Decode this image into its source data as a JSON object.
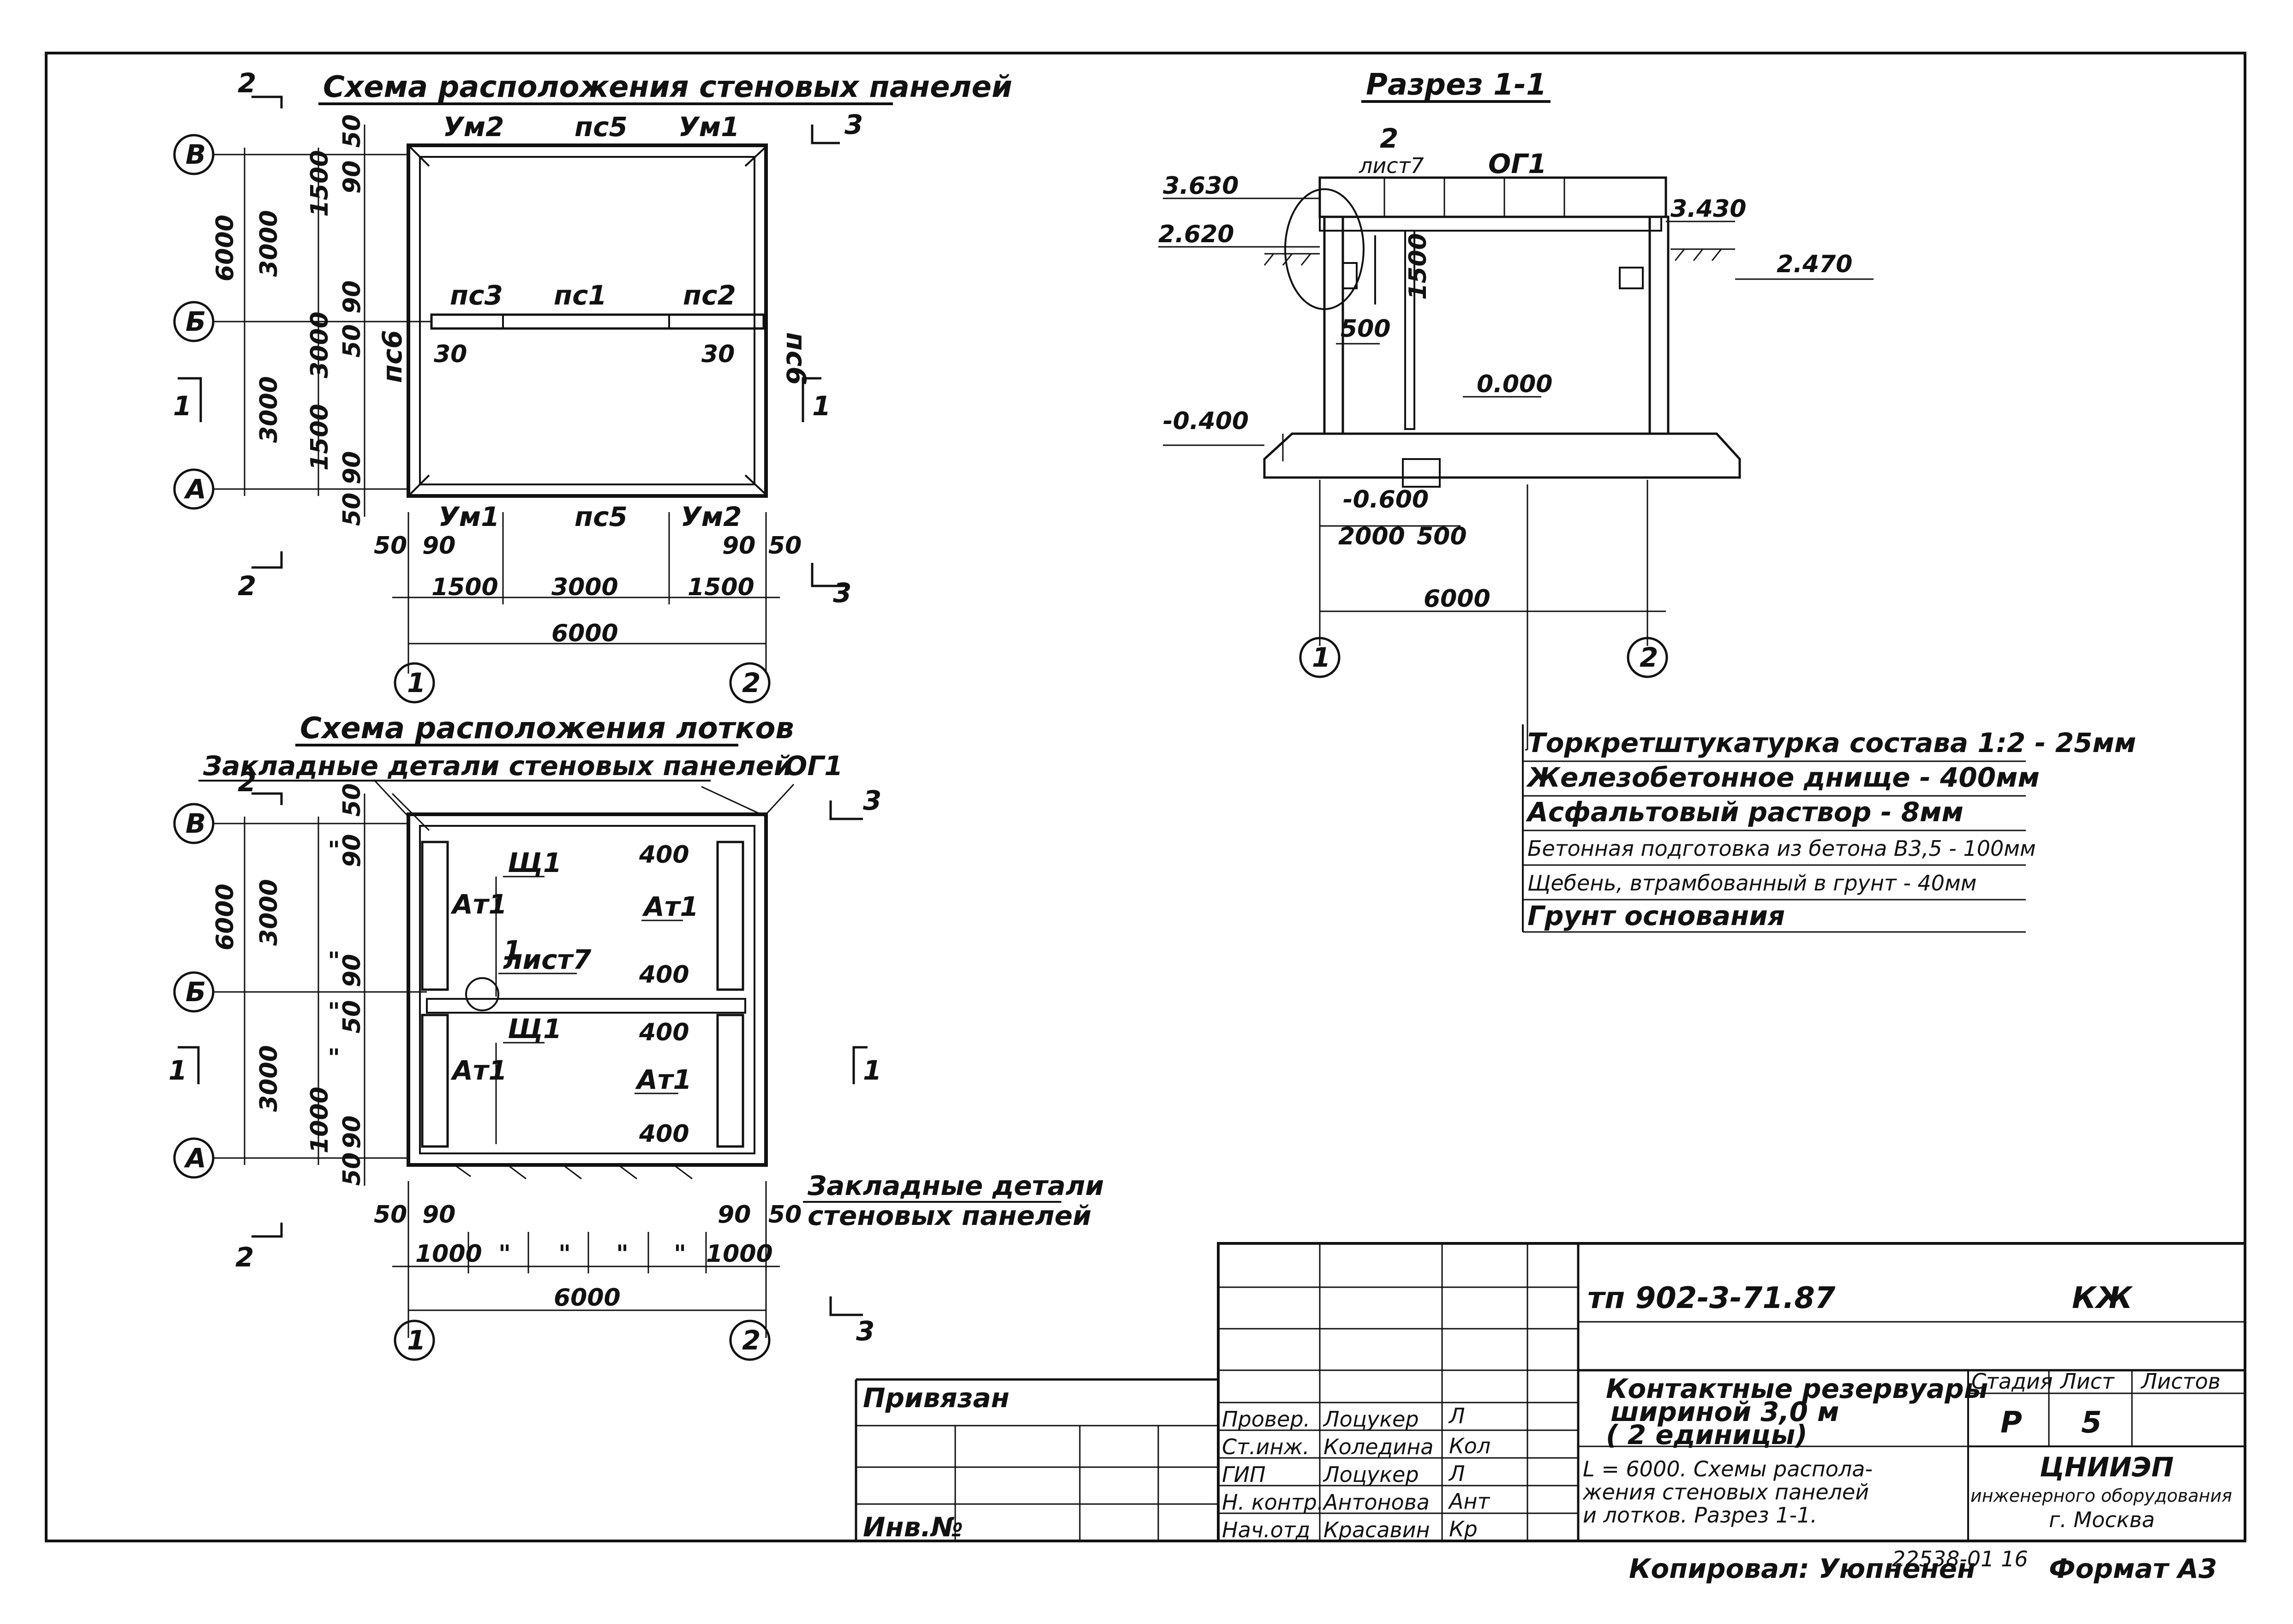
{
  "plan_walls": {
    "title": "Схема расположения стеновых панелей",
    "panels_top": [
      "Ум2",
      "пс5",
      "Ум1"
    ],
    "panels_mid": [
      "пс3",
      "пс1",
      "пс2"
    ],
    "panels_bottom": [
      "Ум1",
      "пс5",
      "Ум2"
    ],
    "side_left": "пс6",
    "side_right": "пс6",
    "axes_rows": [
      "В",
      "Б",
      "А"
    ],
    "axes_cols": [
      "1",
      "2"
    ],
    "dims_h": [
      "50",
      "90",
      "1500",
      "3000",
      "1500",
      "90",
      "50",
      "6000"
    ],
    "dims_v": [
      "50",
      "90",
      "1500",
      "3000",
      "6000",
      "90",
      "50",
      "3000",
      "1500",
      "3000",
      "90",
      "50"
    ],
    "dim_30": "30",
    "sections": [
      "1",
      "1",
      "2",
      "2",
      "3",
      "3"
    ]
  },
  "plan_trays": {
    "title": "Схема расположения лотков",
    "embedded_top": "Закладные детали стеновых панелей",
    "embedded_bottom_1": "Закладные детали",
    "embedded_bottom_2": "стеновых панелей",
    "og": "ОГ1",
    "shield": "Щ1",
    "tray": "Ат1",
    "node_ref_num": "1",
    "node_ref_sheet": "лист7",
    "dim_400": "400",
    "dims_h": [
      "50",
      "90",
      "1000",
      "\"",
      "\"",
      "\"",
      "\"",
      "1000",
      "90",
      "50",
      "6000"
    ],
    "dims_v": [
      "50",
      "90",
      "3000",
      "6000",
      "\"",
      "90",
      "50",
      "3000",
      "1000",
      "90",
      "50"
    ],
    "quote": "\""
  },
  "section": {
    "title": "Разрез 1-1",
    "node_num": "2",
    "node_sheet": "лист7",
    "og": "ОГ1",
    "levels": [
      "3.630",
      "2.620",
      "3.430",
      "2.470",
      "0.000",
      "-0.400",
      "-0.600"
    ],
    "dims": [
      "1500",
      "500",
      "2000",
      "500",
      "6000"
    ],
    "axes": [
      "1",
      "2"
    ]
  },
  "layers": [
    "Торкретштукатурка состава 1:2 - 25мм",
    "Железобетонное днище   - 400мм",
    "Асфальтовый раствор     - 8мм",
    "Бетонная подготовка из бетона В3,5 - 100мм",
    "Щебень, втрамбованный в грунт - 40мм",
    "Грунт основания"
  ],
  "title_block": {
    "code": "тп 902-3-71.87",
    "mark": "КЖ",
    "name_1": "Контактные резервуары",
    "name_2": "шириной      3,0 м",
    "name_3": "( 2 единицы)",
    "desc_1": "L = 6000. Схемы распола-",
    "desc_2": "жения стеновых панелей",
    "desc_3": "и лотков. Разрез 1-1.",
    "stage_h": "Стадия",
    "sheet_h": "Лист",
    "sheets_h": "Листов",
    "stage": "Р",
    "sheet": "5",
    "org_1": "ЦНИИЭП",
    "org_2": "инженерного оборудования",
    "org_3": "г. Москва",
    "bound": "Привязан",
    "inv": "Инв.№",
    "roles": [
      "Провер.",
      "Ст.инж.",
      "ГИП",
      "Н. контр.",
      "Нач.отд"
    ],
    "names": [
      "Лоцукер",
      "Коледина",
      "Лоцукер",
      "Антонова",
      "Красавин"
    ],
    "signs": [
      "Л",
      "Кол",
      "Л",
      "Ант",
      "Кр"
    ]
  },
  "footer": {
    "copied": "Копировал: Уюпненен",
    "number": "22538-01 16",
    "format": "Формат А3"
  }
}
